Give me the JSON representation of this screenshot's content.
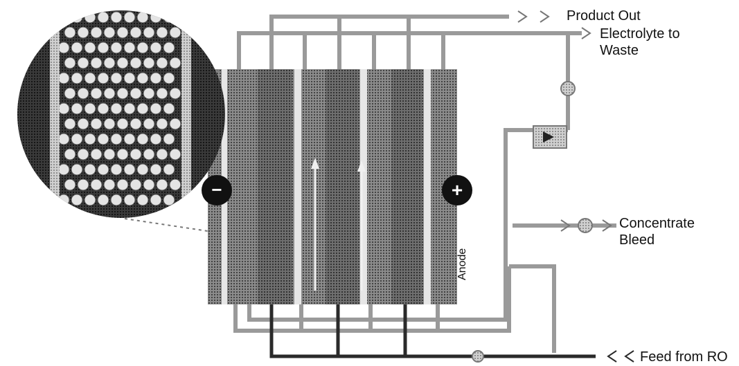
{
  "labels": {
    "product_out": "Product Out",
    "electrolyte_line1": "Electrolyte to",
    "electrolyte_line2": "Waste",
    "concentrate_line1": "Concentrate",
    "concentrate_line2": "Bleed",
    "feed": "Feed from RO",
    "anode": "Anode"
  },
  "electrodes": {
    "negative": "−",
    "positive": "+"
  },
  "colors": {
    "ink": "#111111",
    "pipe": "#9a9a9a",
    "pipe_dark": "#2a2a2a",
    "stack": "#6e6e6e",
    "chamber": "#8a8a8a",
    "background": "#ffffff"
  }
}
